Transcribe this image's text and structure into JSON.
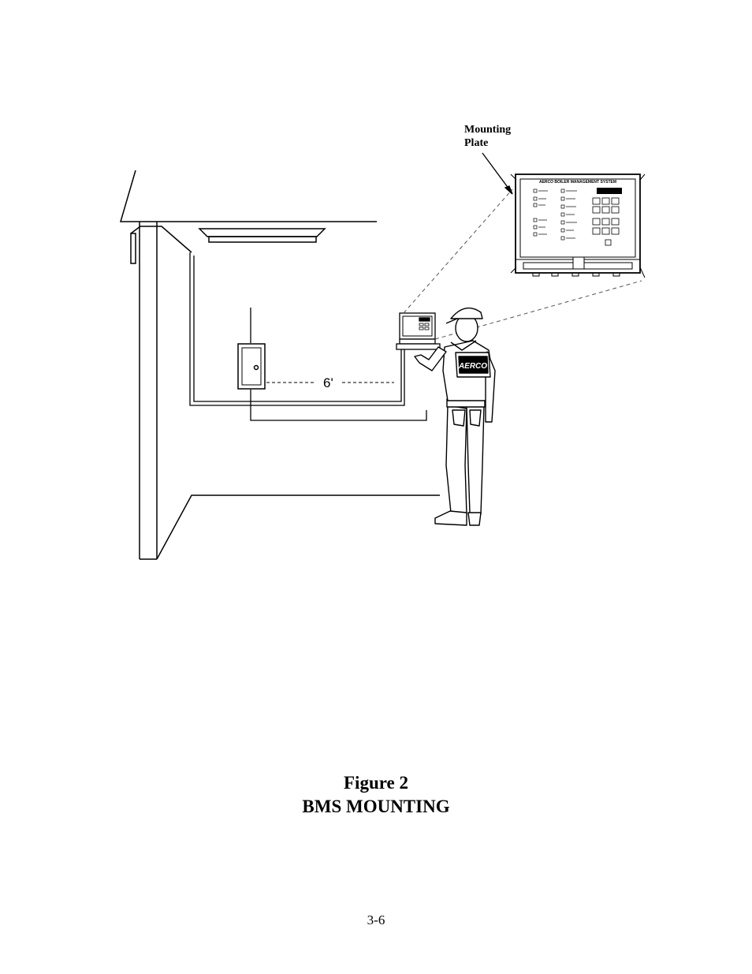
{
  "callout": {
    "line1": "Mounting",
    "line2": "Plate"
  },
  "dimension_label": "6'",
  "panel": {
    "title": "AERCO BOILER MANAGEMENT SYSTEM"
  },
  "person": {
    "jacket_logo": "AERCO"
  },
  "caption": {
    "figure": "Figure 2",
    "title": "BMS MOUNTING"
  },
  "page_number": "3-6"
}
